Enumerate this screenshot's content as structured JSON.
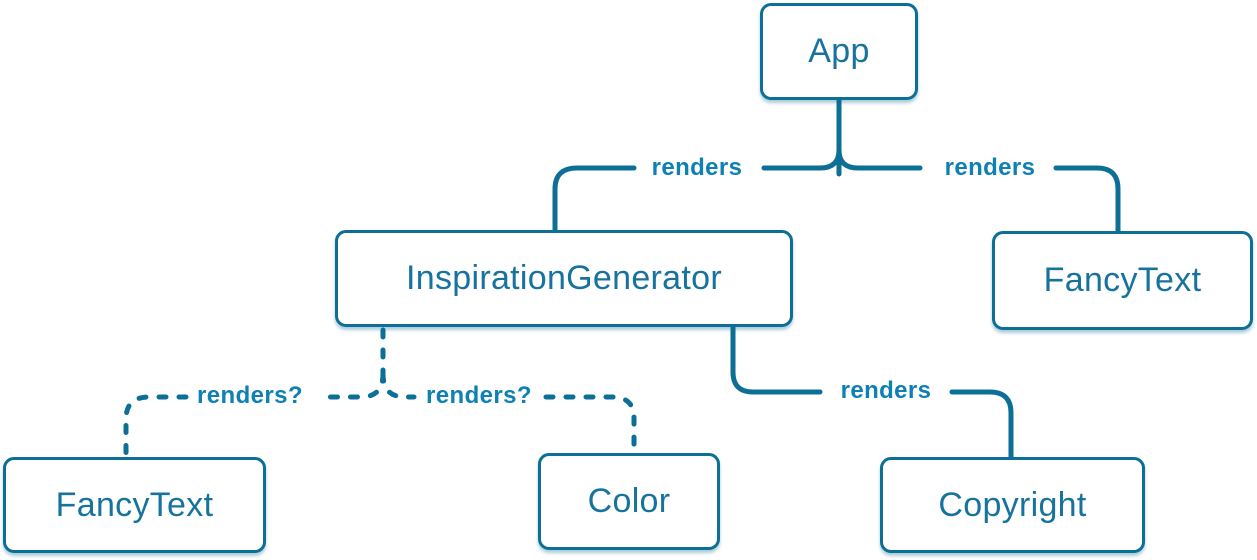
{
  "colors": {
    "line": "#0d6e96",
    "node_text": "#17739e",
    "edge_label": "#0e80b3",
    "node_fill": "#ffffff"
  },
  "nodes": [
    {
      "id": "app",
      "label": "App"
    },
    {
      "id": "inspiration-generator",
      "label": "InspirationGenerator"
    },
    {
      "id": "fancy-text-top",
      "label": "FancyText"
    },
    {
      "id": "fancy-text-bottom",
      "label": "FancyText"
    },
    {
      "id": "color",
      "label": "Color"
    },
    {
      "id": "copyright",
      "label": "Copyright"
    }
  ],
  "edges": [
    {
      "from": "App",
      "to": "InspirationGenerator",
      "label": "renders",
      "style": "solid"
    },
    {
      "from": "App",
      "to": "FancyText",
      "label": "renders",
      "style": "solid"
    },
    {
      "from": "InspirationGenerator",
      "to": "FancyText",
      "label": "renders?",
      "style": "dashed"
    },
    {
      "from": "InspirationGenerator",
      "to": "Color",
      "label": "renders?",
      "style": "dashed"
    },
    {
      "from": "InspirationGenerator",
      "to": "Copyright",
      "label": "renders",
      "style": "solid"
    }
  ]
}
